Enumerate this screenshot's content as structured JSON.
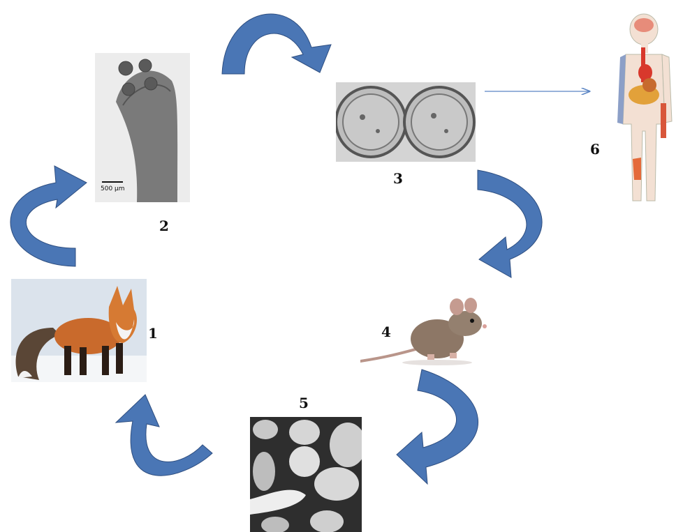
{
  "stages": [
    {
      "number": "1",
      "subject": "fox"
    },
    {
      "number": "2",
      "subject": "tapeworm-scolex"
    },
    {
      "number": "3",
      "subject": "eggs"
    },
    {
      "number": "4",
      "subject": "rodent"
    },
    {
      "number": "5",
      "subject": "cysts"
    },
    {
      "number": "6",
      "subject": "human-body"
    }
  ],
  "scale_bar": "500 µm",
  "colors": {
    "arrow_fill": "#4a76b5",
    "arrow_stroke": "#2e4e80",
    "thin_arrow": "#5b85c4"
  }
}
